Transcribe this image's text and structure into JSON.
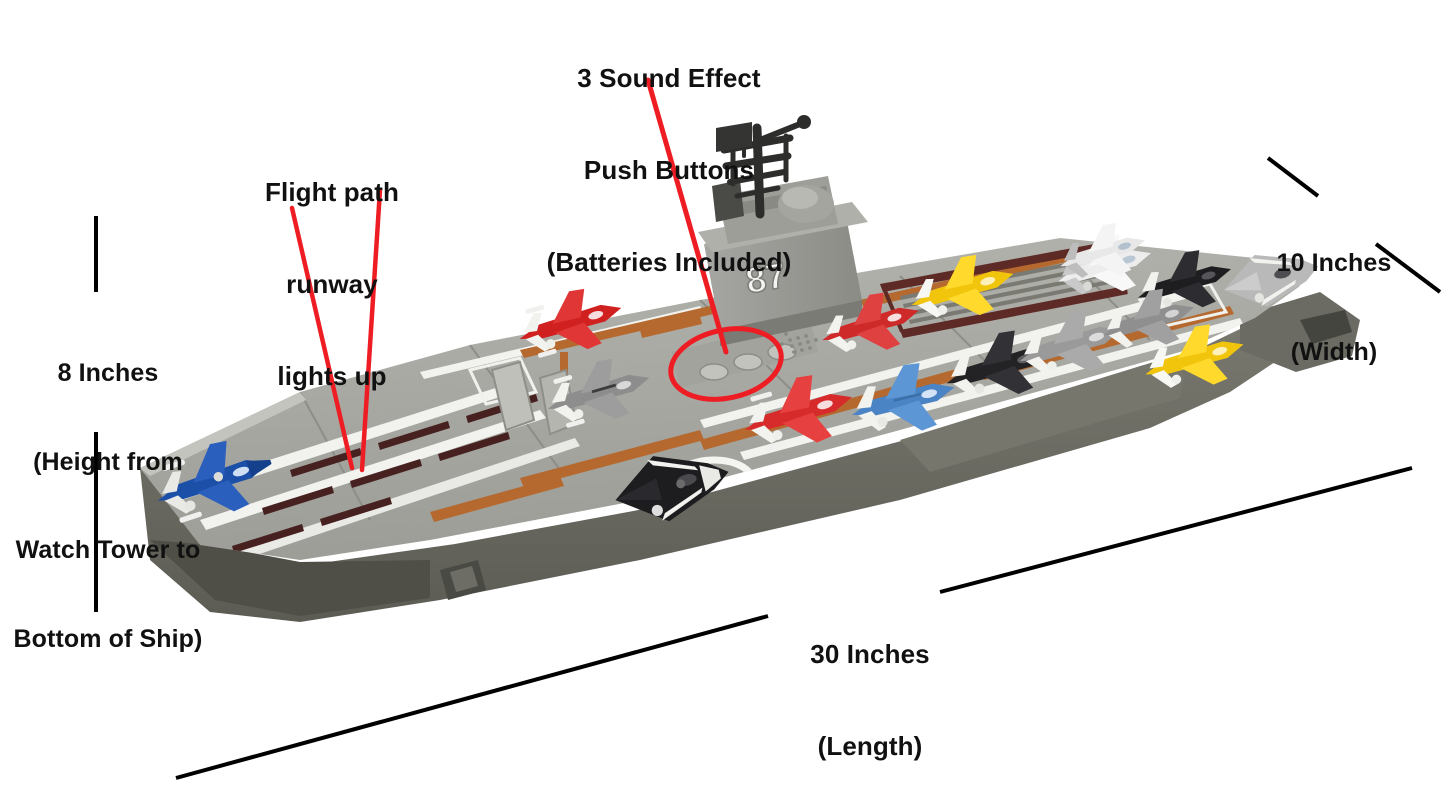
{
  "image": {
    "subject": "toy-aircraft-carrier-flight-deck",
    "background_color": "#ffffff"
  },
  "callouts": {
    "sound_effects": {
      "line1": "3 Sound Effect",
      "line2": "Push Buttons",
      "line3": "(Batteries Included)",
      "leader_color": "#ee1d24",
      "marker": "red-ellipse-around-three-buttons"
    },
    "flight_path": {
      "line1": "Flight path",
      "line2": "runway",
      "line3": "lights up",
      "leader_color": "#ee1d24"
    },
    "height": {
      "line1": "8 Inches",
      "line2": "(Height from",
      "line3": "Watch Tower to",
      "line4": "Bottom of Ship)",
      "leader_color": "#000000",
      "value": 8,
      "unit": "Inches"
    },
    "width": {
      "line1": "10 Inches",
      "line2": "(Width)",
      "leader_color": "#000000",
      "value": 10,
      "unit": "Inches"
    },
    "length": {
      "line1": "30 Inches",
      "line2": "(Length)",
      "leader_color": "#000000",
      "value": 30,
      "unit": "Inches"
    }
  },
  "ship": {
    "hull_number": "87",
    "deck_color": "#a9a9a4",
    "deck_shadow_color": "#949490",
    "hull_side_color": "#6e6e66",
    "hull_dark_color": "#5a5a52",
    "marking_white": "#f2f2ef",
    "marking_orange": "#b5692f",
    "marking_dark_red": "#4a2320",
    "tower_color": "#9a9a96",
    "tower_dark": "#3a3a38",
    "buttons": {
      "count": 3,
      "color": "#b9b9b4",
      "speaker_grille": "dot-matrix"
    }
  },
  "aircraft": [
    {
      "name": "jet-blue-bow",
      "color": "#1b4fa8",
      "accent": "#ffffff"
    },
    {
      "name": "jet-red-portfwd",
      "color": "#d02020",
      "accent": "#ffffff"
    },
    {
      "name": "jet-gray-portmid",
      "color": "#8d8d8d",
      "accent": "#ffffff"
    },
    {
      "name": "jet-black-stealth",
      "color": "#1d1d20",
      "accent": "#ffffff"
    },
    {
      "name": "jet-red-center",
      "color": "#d72b2b",
      "accent": "#ffffff"
    },
    {
      "name": "jet-red-island",
      "color": "#cf2a2a",
      "accent": "#ffffff"
    },
    {
      "name": "jet-yellow-aft-a",
      "color": "#f2c50d",
      "accent": "#ffffff"
    },
    {
      "name": "jet-blue-aft",
      "color": "#4a84c4",
      "accent": "#ffffff"
    },
    {
      "name": "jet-black-aft-a",
      "color": "#232326",
      "accent": "#ffffff"
    },
    {
      "name": "jet-gray-aft-a",
      "color": "#9a9a9a",
      "accent": "#ffffff"
    },
    {
      "name": "jet-white-stern",
      "color": "#e8e8e8",
      "accent": "#bdbdbd"
    },
    {
      "name": "jet-black-stern",
      "color": "#1e1e21",
      "accent": "#ffffff"
    },
    {
      "name": "jet-gray-stern",
      "color": "#a3a3a3",
      "accent": "#ffffff"
    },
    {
      "name": "jet-yellow-stern",
      "color": "#f2c50d",
      "accent": "#ffffff"
    },
    {
      "name": "jet-white-aft-b",
      "color": "#ededed",
      "accent": "#c8c8c8"
    },
    {
      "name": "jet-gray-aft-b",
      "color": "#8f8f8f",
      "accent": "#ffffff"
    }
  ]
}
